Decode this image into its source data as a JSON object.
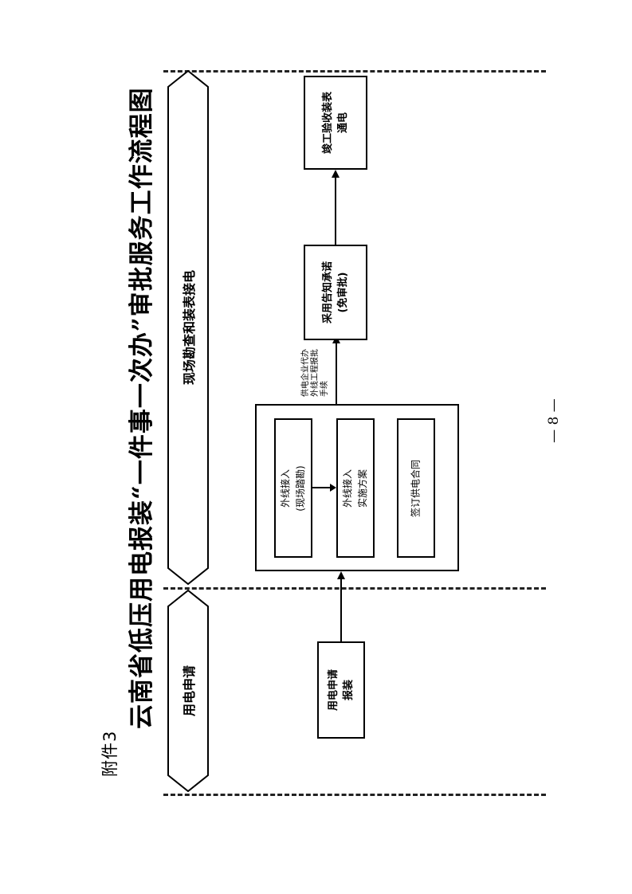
{
  "attachment_label": "附件3",
  "title": "云南省低压用电报装“一件事一次办”审批服务工作流程图",
  "phases": {
    "application": "用电申请",
    "survey": "现场勘查和装表接电"
  },
  "nodes": {
    "apply": {
      "line1": "用电申请",
      "line2": "报装"
    },
    "survey": {
      "line1": "外线接入",
      "line2": "(现场踏勘)"
    },
    "plan": {
      "line1": "外线接入",
      "line2": "实施方案"
    },
    "contract": {
      "line1": "签订供电合同"
    },
    "promise": {
      "line1": "采用告知承诺",
      "line2": "(免审批)"
    },
    "complete": {
      "line1": "竣工验收装表",
      "line2": "通电"
    }
  },
  "edge_note": {
    "line1": "供电企业代办",
    "line2": "外线工程报批",
    "line3": "手续"
  },
  "page_number": "— 8 —"
}
